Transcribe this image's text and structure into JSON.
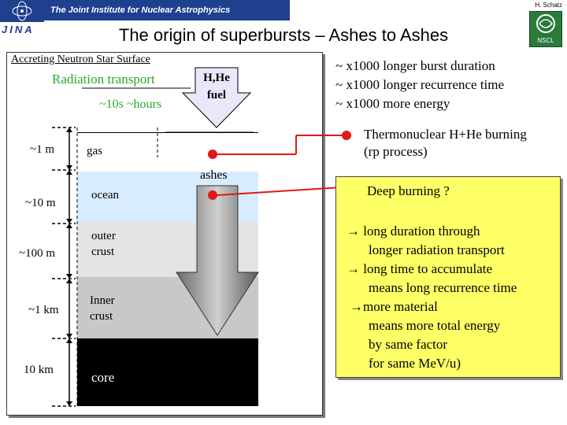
{
  "header": {
    "banner": "The Joint Institute for Nuclear Astrophysics",
    "logo_text": "JINA",
    "author": "H. Schatz",
    "right_logo_text": "NSCL",
    "title": "The origin of superbursts – Ashes to Ashes"
  },
  "diagram": {
    "surface_label": "Accreting Neutron Star Surface",
    "radiation_label": "Radiation transport",
    "timescale_label": "~10s  ~hours",
    "fuel_label_1": "H,He",
    "fuel_label_2": "fuel",
    "ashes_label": "ashes",
    "layers": {
      "gas": "gas",
      "ocean": "ocean",
      "outer_1": "outer",
      "outer_2": "crust",
      "inner_1": "Inner",
      "inner_2": "crust",
      "core": "core"
    },
    "depths": {
      "d1": "~1 m",
      "d2": "~10 m",
      "d3": "~100 m",
      "d4": "~1 km",
      "d5": "10  km"
    }
  },
  "summary": {
    "line1": "~ x1000 longer burst duration",
    "line2": "~ x1000 longer recurrence time",
    "line3": "~ x1000 more energy"
  },
  "rp": {
    "line1": "Thermonuclear H+He burning",
    "line2": "(rp process)"
  },
  "deep": {
    "title": "Deep burning ?",
    "lines": [
      "→ long duration through",
      "longer radiation transport",
      "→ long time to accumulate",
      "means long recurrence time",
      "→more material",
      "means more total energy",
      "by same factor",
      "for same MeV/u)"
    ]
  },
  "colors": {
    "banner": "#1f3f8f",
    "green_text": "#2aa82a",
    "deep_box": "#ffff66",
    "marker_red": "#e01818",
    "ocean": "#d8ecff"
  }
}
